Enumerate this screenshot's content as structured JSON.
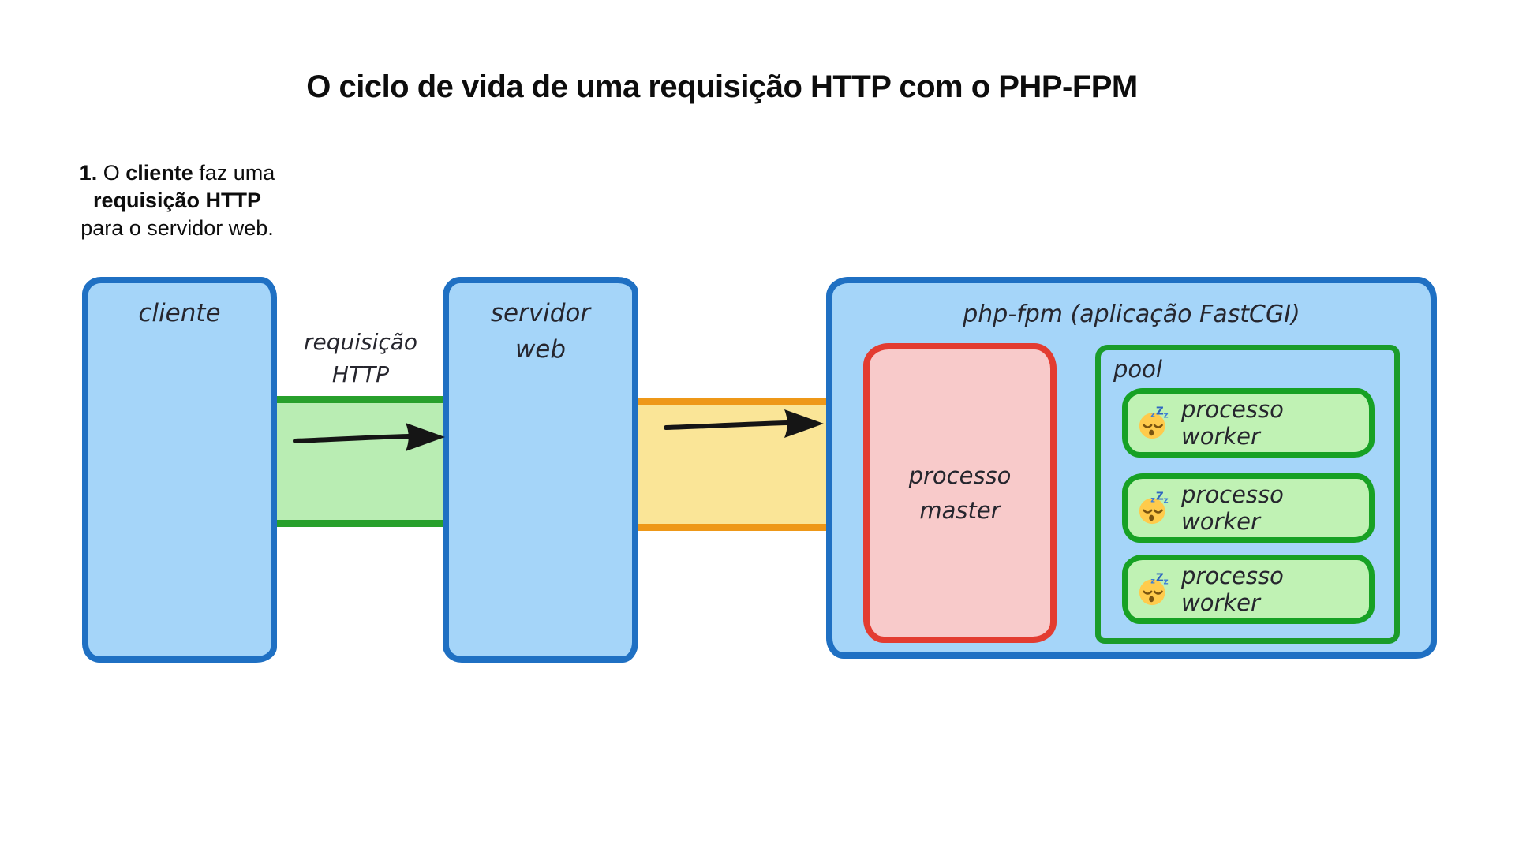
{
  "title": "O ciclo de vida de uma requisição HTTP com o PHP-FPM",
  "annotation": {
    "step_number": "1.",
    "regular_1": " O ",
    "bold_1": "cliente",
    "regular_2": " faz uma",
    "bold_2": "requisição HTTP",
    "regular_3": "para o servidor web."
  },
  "diagram": {
    "client_box": {
      "label": "cliente"
    },
    "webserver_box": {
      "lines": [
        "servidor",
        "web"
      ]
    },
    "request_arrow": {
      "icon": "black-right-arrow-icon",
      "lines": [
        "requisição",
        "HTTP"
      ]
    },
    "fastcgi_arrow": {
      "icon": "black-right-arrow-icon"
    },
    "phpfpm_box": {
      "label": "php-fpm (aplicação FastCGI)"
    },
    "master_box": {
      "lines": [
        "processo",
        "master"
      ]
    },
    "pool_box": {
      "label": "pool",
      "workers": [
        {
          "icon": "sleeping-face-emoji",
          "label": "processo worker"
        },
        {
          "icon": "sleeping-face-emoji",
          "label": "processo worker"
        },
        {
          "icon": "sleeping-face-emoji",
          "label": "processo worker"
        }
      ]
    }
  },
  "colors": {
    "background": "#ffffff",
    "box_fill_blue": "#a5d5f9",
    "box_border_blue": "#1f70c3",
    "band_fill_green": "#b9edb3",
    "band_border_green": "#28a02c",
    "band_fill_yellow": "#fae597",
    "band_border_orange": "#ee9818",
    "master_fill_pink": "#f8caca",
    "master_border_red": "#e33c31",
    "pool_border_green": "#1b9c2a",
    "worker_fill_green": "#c0f2b4",
    "worker_border_green": "#17a124",
    "arrow_black": "#151515",
    "text_dark": "#0d0d0d"
  }
}
